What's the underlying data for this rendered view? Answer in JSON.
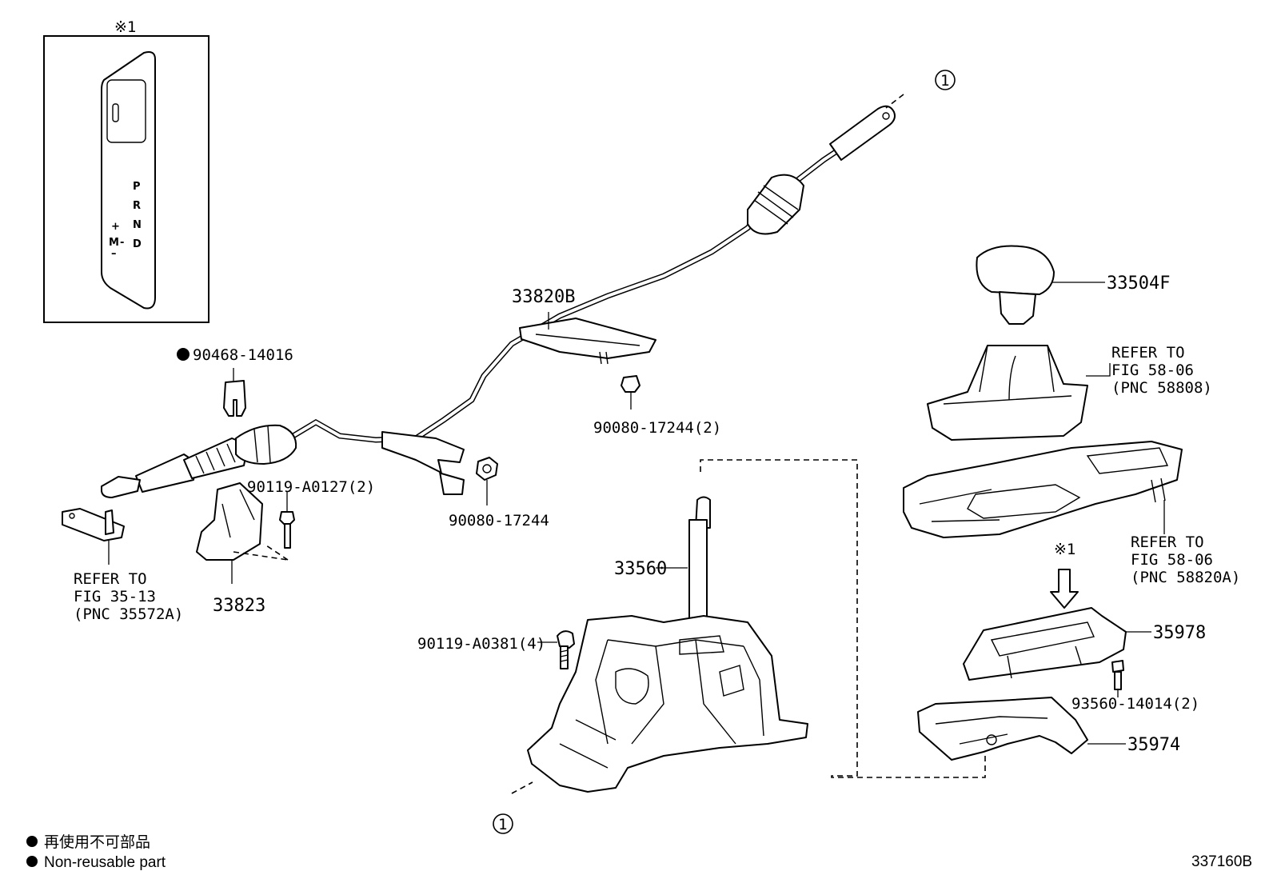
{
  "callouts": {
    "note_mark": "※1",
    "ref_circle": "1"
  },
  "inset": {
    "shift_letters": [
      "P",
      "R",
      "N",
      "D"
    ],
    "plus": "+",
    "m": "M",
    "m_dash": "-",
    "minus": "–"
  },
  "parts": {
    "p33820B": "33820B",
    "p90468": "90468-14016",
    "p90080_2": "90080-17244(2)",
    "p90080": "90080-17244",
    "p90119_0127": "90119-A0127(2)",
    "p33823": "33823",
    "p33560": "33560",
    "p90119_0381": "90119-A0381(4)",
    "p33504F": "33504F",
    "p35978": "35978",
    "p93560": "93560-14014(2)",
    "p35974": "35974"
  },
  "references": {
    "fig3513": [
      "REFER TO",
      "FIG 35-13",
      "(PNC 35572A)"
    ],
    "fig5806a": [
      "REFER TO",
      "FIG 58-06",
      "(PNC 58808)"
    ],
    "fig5806b": [
      "REFER TO",
      "FIG 58-06",
      "(PNC 58820A)"
    ]
  },
  "legend": {
    "japanese": "再使用不可部品",
    "english": "Non-reusable part"
  },
  "figure_id": "337160B"
}
